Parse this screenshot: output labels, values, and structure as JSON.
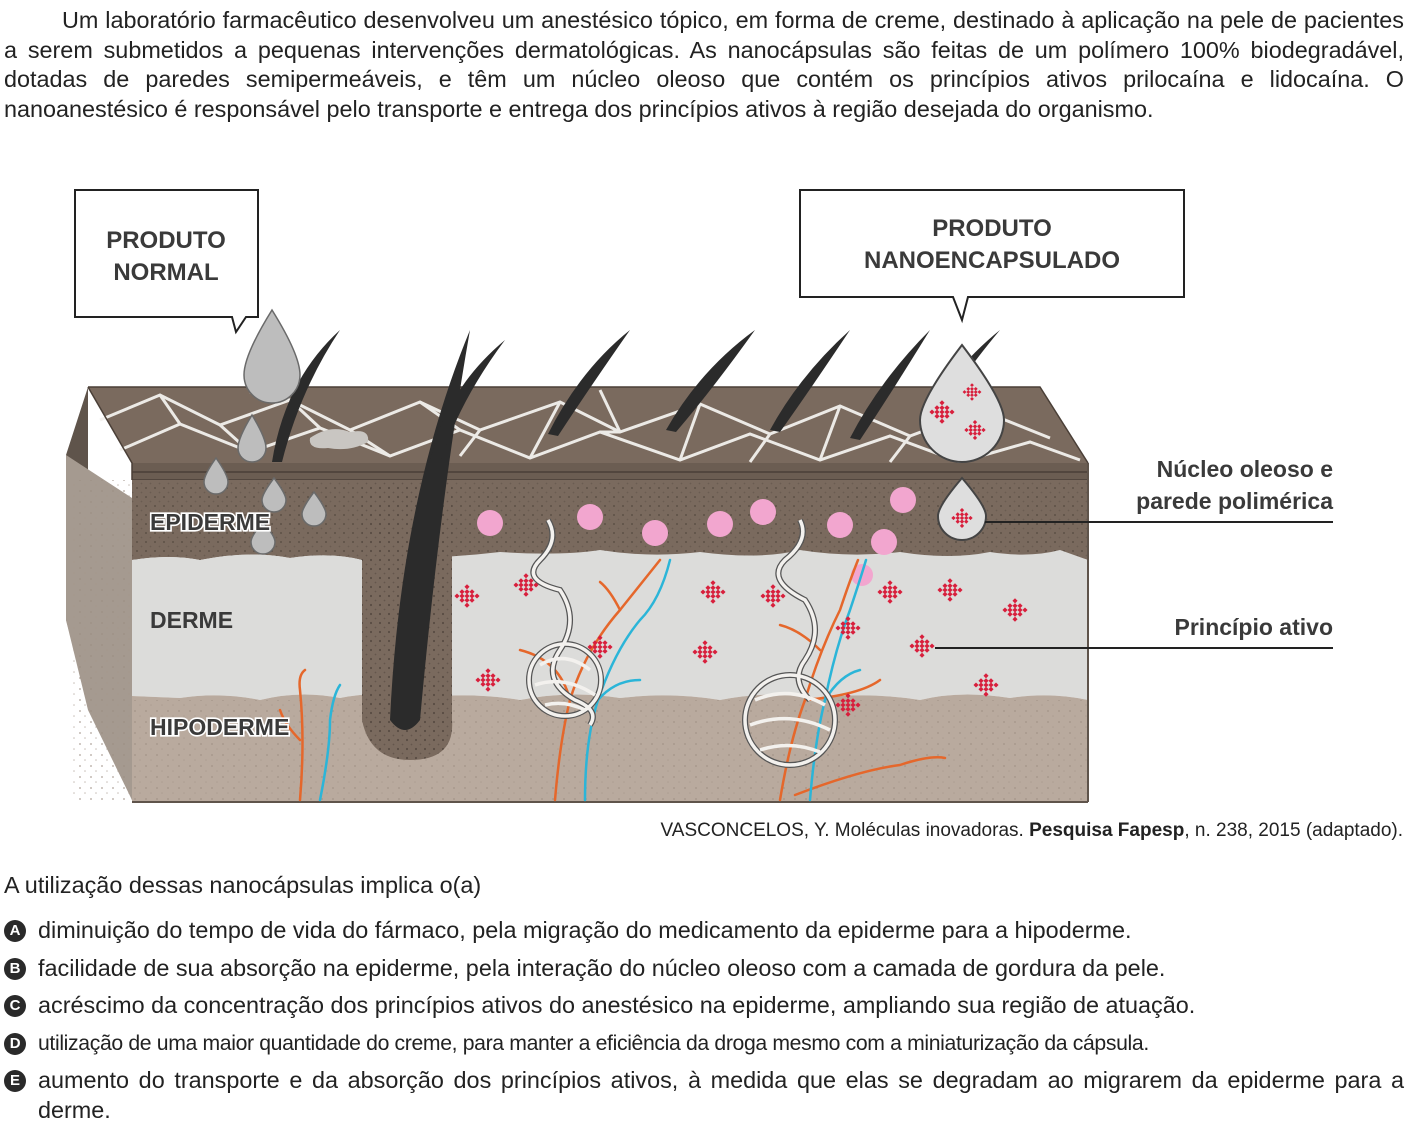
{
  "intro": "Um laboratório farmacêutico desenvolveu um anestésico tópico, em forma de creme, destinado à aplicação na pele de pacientes a serem submetidos a pequenas intervenções dermatológicas. As nanocápsulas são feitas de um polímero 100% biodegradável, dotadas de paredes semipermeáveis, e têm um núcleo oleoso que contém os princípios ativos prilocaína e lidocaína. O nanoanestésico é responsável pelo transporte e entrega dos princípios ativos à região desejada do organismo.",
  "figure": {
    "callout_normal": [
      "PRODUTO",
      "NORMAL"
    ],
    "callout_nano": [
      "PRODUTO",
      "NANOENCAPSULADO"
    ],
    "layer_epiderme": "EPIDERME",
    "layer_derme": "DERME",
    "layer_hipoderme": "HIPODERME",
    "label_nucleo": [
      "Núcleo oleoso e",
      "parede polimérica"
    ],
    "label_principio": "Princípio ativo",
    "colors": {
      "epidermis": "#7a6a5e",
      "dermis": "#dcdcda",
      "hypodermis": "#b9aa9e",
      "capsule_pink": "#f2a6cf",
      "active_red": "#d81f3c",
      "hair": "#2b2b2b"
    }
  },
  "citation": {
    "author": "VASCONCELOS, Y. Moléculas inovadoras.",
    "journal": "Pesquisa Fapesp",
    "rest": ", n. 238, 2015 (adaptado)."
  },
  "question": "A utilização dessas nanocápsulas implica o(a)",
  "options": [
    {
      "letter": "A",
      "text": "diminuição do tempo de vida do fármaco, pela migração do medicamento da epiderme para a hipoderme."
    },
    {
      "letter": "B",
      "text": "facilidade de sua absorção na epiderme, pela interação do núcleo oleoso com a camada de gordura da pele."
    },
    {
      "letter": "C",
      "text": "acréscimo da concentração dos princípios ativos do anestésico na epiderme, ampliando sua região de atuação."
    },
    {
      "letter": "D",
      "text": "utilização de uma maior quantidade do creme, para manter a eficiência da droga mesmo com a miniaturização da cápsula."
    },
    {
      "letter": "E",
      "text": "aumento do transporte e da absorção dos princípios ativos, à medida que elas se degradam ao migrarem da epiderme para a derme."
    }
  ]
}
